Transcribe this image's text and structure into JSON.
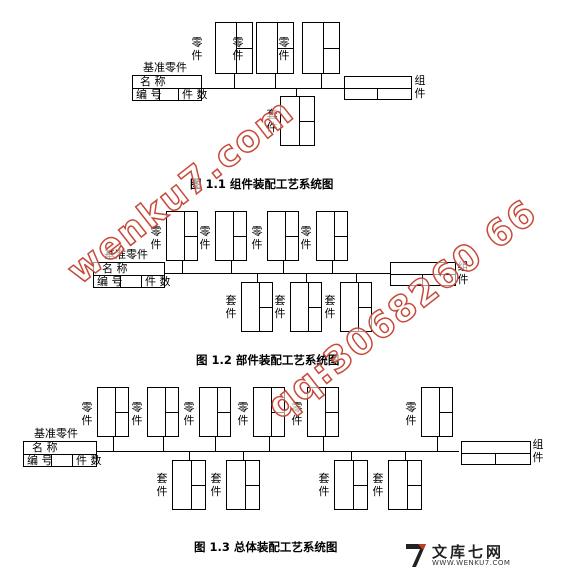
{
  "labels": {
    "part": "零\n件",
    "subassembly": "套\n件",
    "component": "组\n件",
    "base_part": "基准零件",
    "name": "名      称",
    "number": "编  号",
    "quantity": "件  数"
  },
  "captions": {
    "fig1": "图 1.1    组件装配工艺系统图",
    "fig2": "图 1.2  部件装配工艺系统图",
    "fig3": "图 1.3  总体装配工艺系统图"
  },
  "watermark": {
    "site": "wenku7.com",
    "qq": "qq:3068260 66"
  },
  "brand": {
    "name": "文库七网",
    "url": "WWW.WENKU7.COM",
    "accent": "#c0392b"
  }
}
